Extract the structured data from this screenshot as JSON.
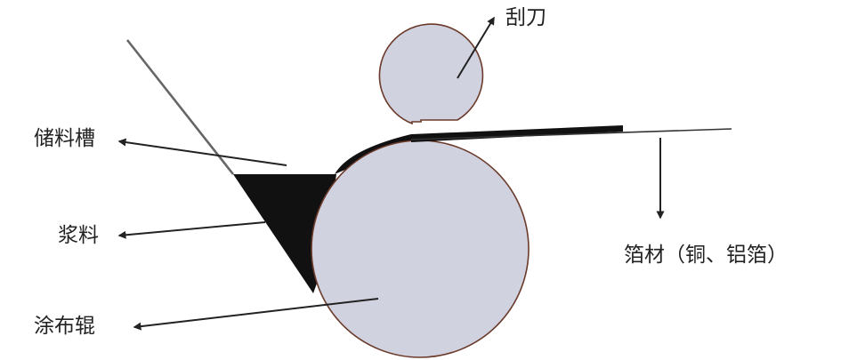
{
  "labels": {
    "blade": "刮刀",
    "reservoir": "储料槽",
    "slurry": "浆料",
    "roller": "涂布辊",
    "foil": "箔材（铜、铝箔）"
  }
}
